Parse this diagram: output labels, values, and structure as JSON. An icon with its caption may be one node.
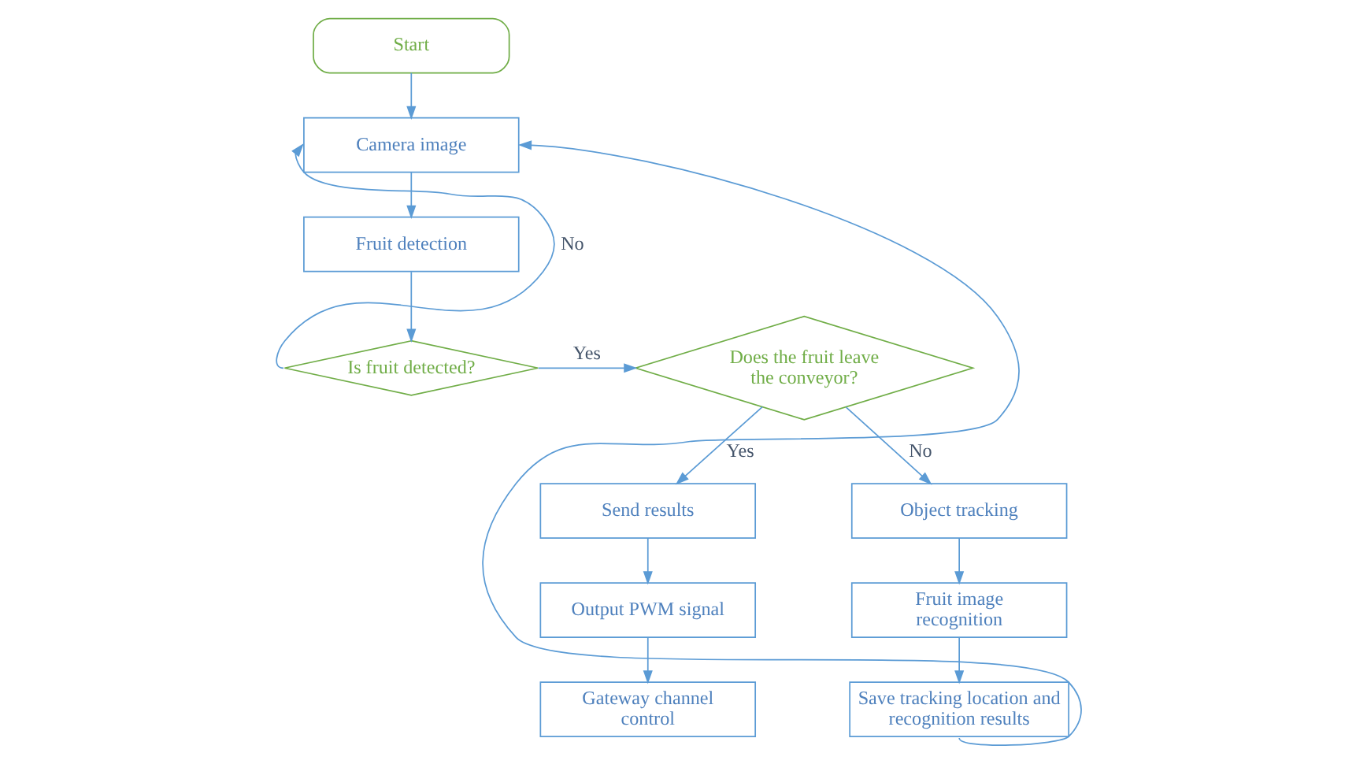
{
  "diagram": {
    "nodes": [
      {
        "text": [
          "Start"
        ]
      },
      {
        "text": [
          "Camera image"
        ]
      },
      {
        "text": [
          "Fruit detection"
        ]
      },
      {
        "text": [
          "Is fruit detected?"
        ]
      },
      {
        "text": [
          "Does the fruit leave the conveyor?"
        ]
      },
      {
        "text": [
          "Object tracking"
        ]
      },
      {
        "text": [
          "Fruit image recognition"
        ]
      },
      {
        "text": [
          "Save tracking location and recognition results"
        ]
      },
      {
        "text": [
          "Send results"
        ]
      },
      {
        "text": [
          "Output PWM signal"
        ]
      },
      {
        "text": [
          "Gateway channel control"
        ]
      }
    ],
    "edges": [
      {
        "from": 0,
        "to": 1,
        "arrow": "to"
      },
      {
        "from": 1,
        "to": 2,
        "arrow": "to"
      },
      {
        "from": 2,
        "to": 3,
        "arrow": "to"
      },
      {
        "from": 3,
        "to": 1,
        "label": "No",
        "arrow": "to"
      },
      {
        "from": 3,
        "to": 4,
        "label": "Yes",
        "arrow": "to"
      },
      {
        "from": 4,
        "to": 5,
        "label": "No",
        "arrow": "to"
      },
      {
        "from": 4,
        "to": 8,
        "label": "Yes",
        "arrow": "to"
      },
      {
        "from": 5,
        "to": 6,
        "arrow": "to"
      },
      {
        "from": 6,
        "to": 7,
        "arrow": "to"
      },
      {
        "from": 7,
        "to": 1,
        "arrow": "to"
      },
      {
        "from": 8,
        "to": 9,
        "arrow": "to"
      },
      {
        "from": 9,
        "to": 10,
        "arrow": "to"
      }
    ]
  }
}
